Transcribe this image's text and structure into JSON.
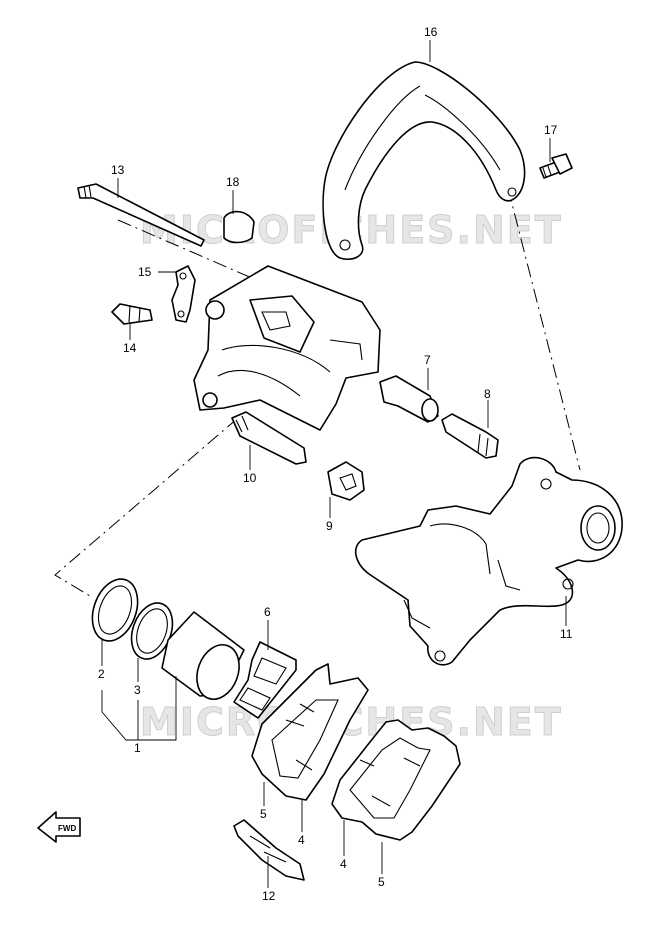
{
  "watermark": {
    "top": "MICROFICHES.NET",
    "bottom": "MICROFICHES.NET"
  },
  "fwd_arrow": {
    "label": "FWD",
    "icon": "fwd-arrow-icon"
  },
  "callouts": {
    "c1": "1",
    "c2": "2",
    "c3": "3",
    "c4a": "4",
    "c4b": "4",
    "c5a": "5",
    "c5b": "5",
    "c6": "6",
    "c7": "7",
    "c8": "8",
    "c9": "9",
    "c10": "10",
    "c11": "11",
    "c12": "12",
    "c13": "13",
    "c14": "14",
    "c15": "15",
    "c16": "16",
    "c17": "17",
    "c18": "18"
  }
}
